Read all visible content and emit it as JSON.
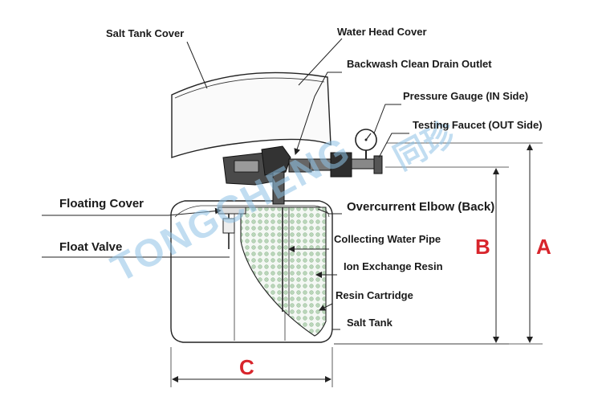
{
  "labels": {
    "salt_tank_cover": "Salt Tank Cover",
    "water_head_cover": "Water Head Cover",
    "backwash_drain": "Backwash Clean Drain Outlet",
    "pressure_gauge": "Pressure Gauge (IN Side)",
    "testing_faucet": "Testing Faucet (OUT Side)",
    "floating_cover": "Floating Cover",
    "overcurrent_elbow": "Overcurrent Elbow (Back)",
    "float_valve": "Float Valve",
    "collecting_pipe": "Collecting Water Pipe",
    "ion_resin": "Ion Exchange Resin",
    "resin_cartridge": "Resin Cartridge",
    "salt_tank": "Salt Tank"
  },
  "dimensions": {
    "a": "A",
    "b": "B",
    "c": "C"
  },
  "watermark": {
    "text": "TONGCHENG",
    "cn": "同珍"
  },
  "colors": {
    "dimension_letter": "#d8252c",
    "watermark": "#8fc3e6",
    "line": "#222222",
    "resin_dots": "#bcd8bc"
  }
}
